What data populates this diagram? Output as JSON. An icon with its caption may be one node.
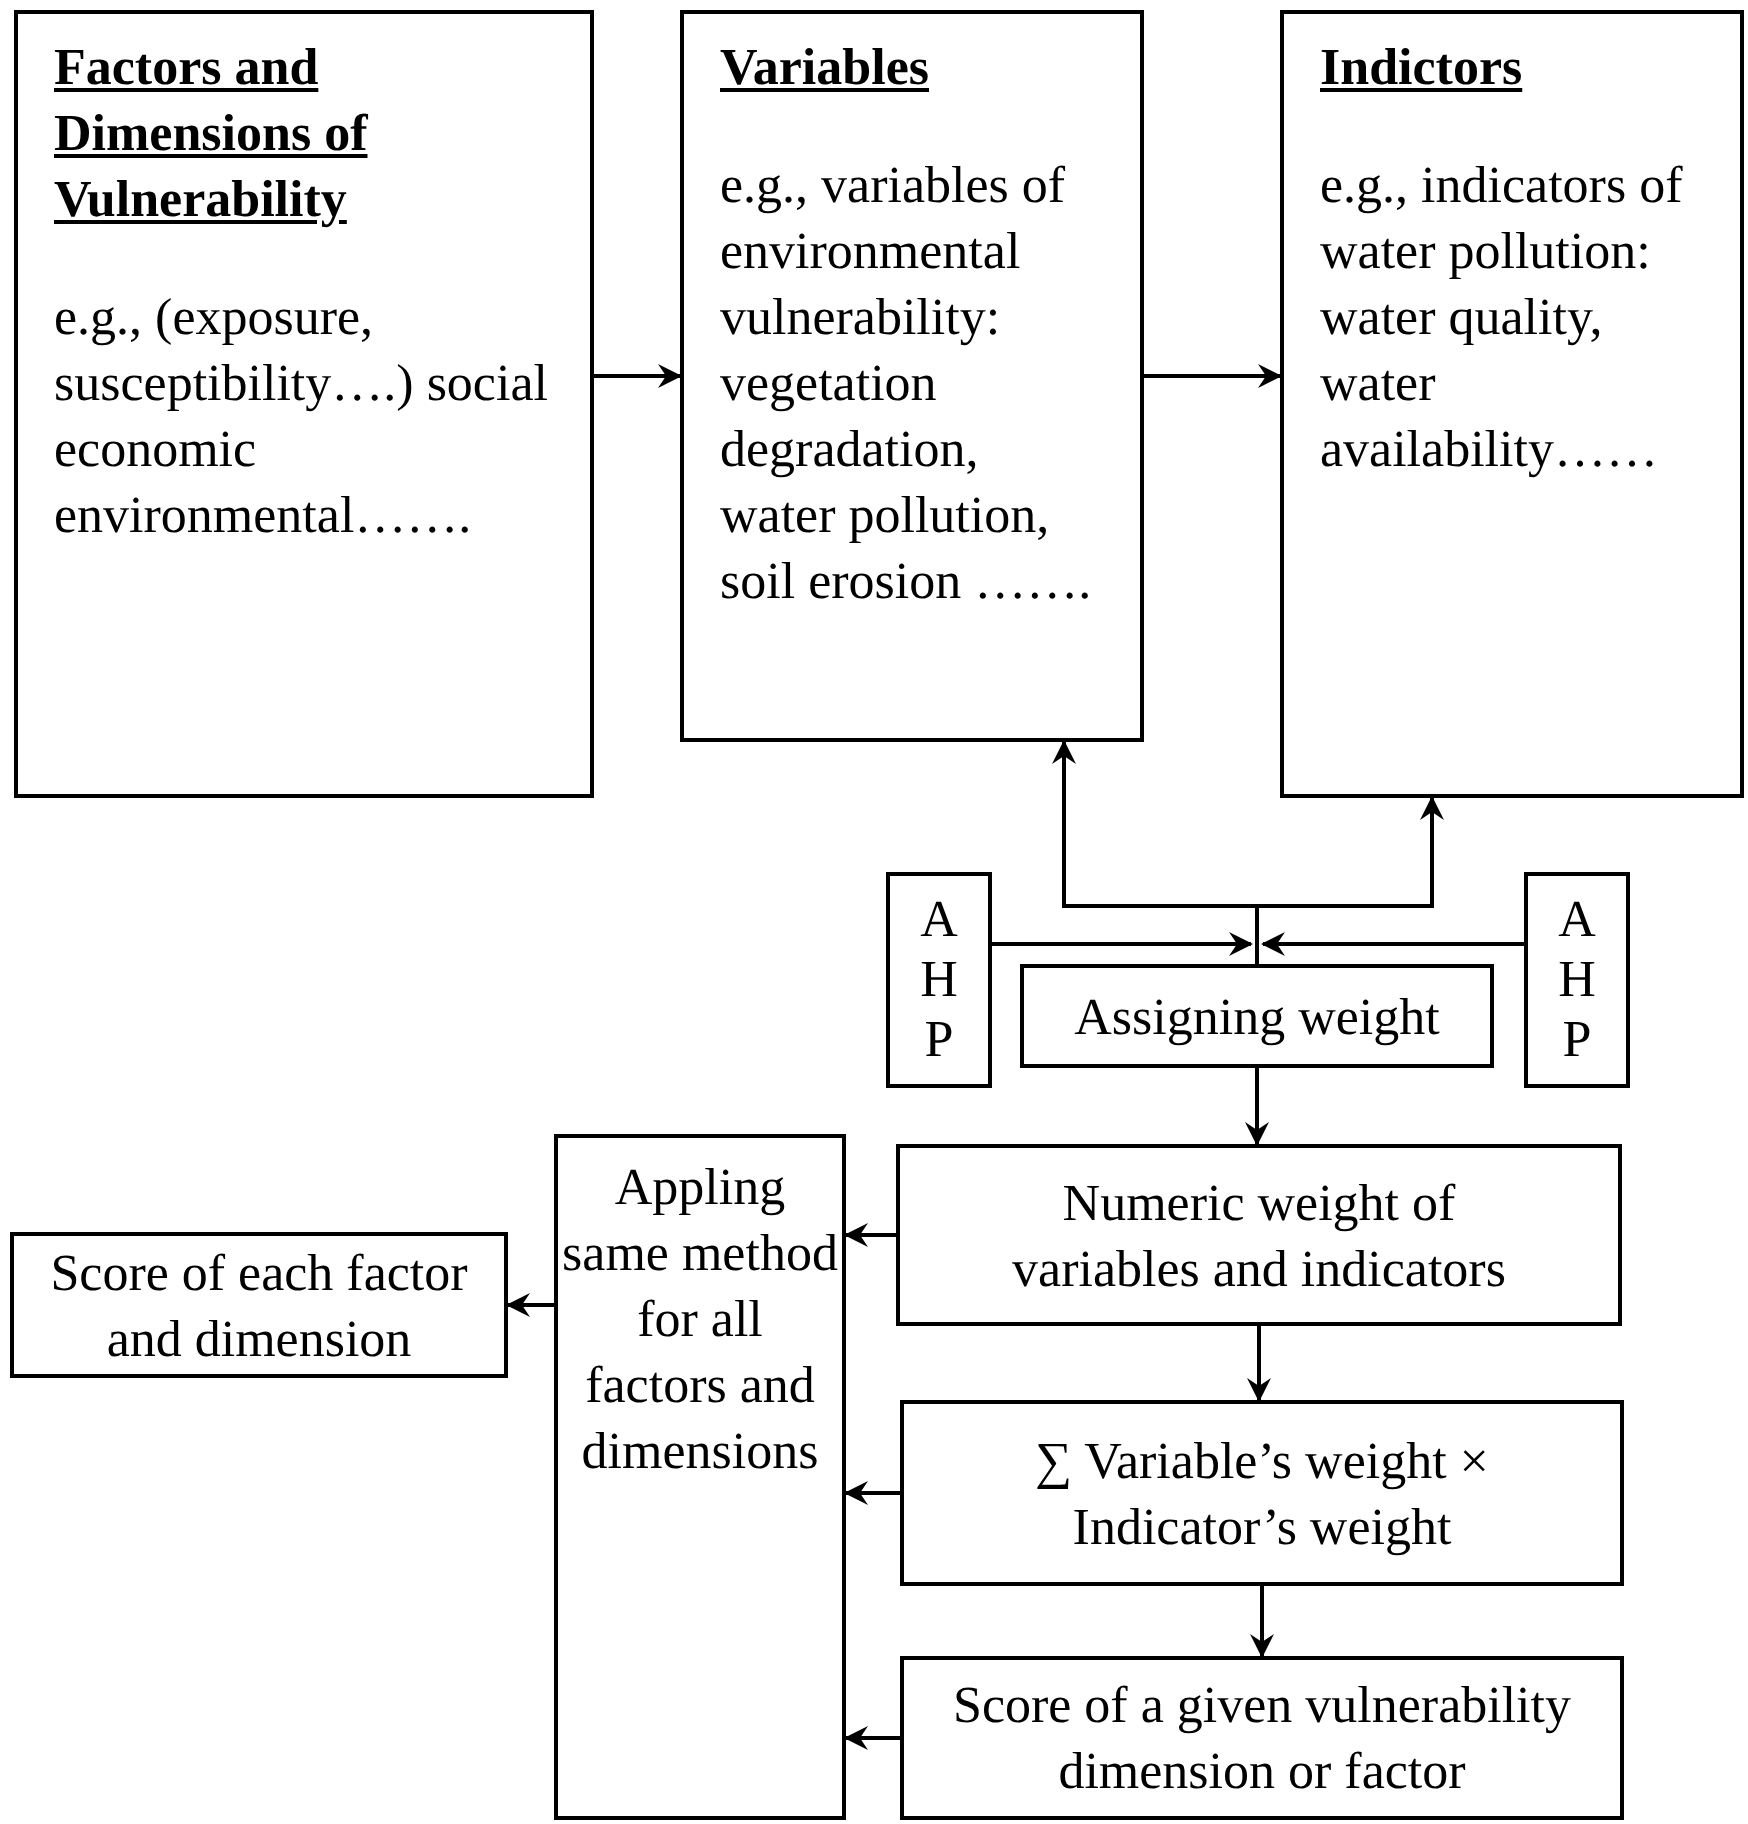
{
  "diagram": {
    "nodes": [
      {
        "text": [
          "Factors and Dimensions of Vulnerability",
          "e.g., (exposure, susceptibility….) social economic environmental……."
        ]
      },
      {
        "text": [
          "Variables",
          "e.g., variables of environmental vulnerability: vegetation degradation, water pollution, soil erosion ……."
        ]
      },
      {
        "text": [
          "Indictors",
          "e.g., indicators of water pollution: water quality, water availability……"
        ]
      },
      {
        "text": [
          "AHP"
        ]
      },
      {
        "text": [
          "Assigning weight"
        ]
      },
      {
        "text": [
          "AHP"
        ]
      },
      {
        "text": [
          "Numeric weight of variables and indicators"
        ]
      },
      {
        "text": [
          "Appling same method for all factors and dimensions"
        ]
      },
      {
        "text": [
          "Score of each factor and dimension"
        ]
      },
      {
        "text": [
          "∑ Variable’s weight × Indicator’s weight"
        ]
      },
      {
        "text": [
          "Score of a given vulnerability dimension or factor"
        ]
      }
    ],
    "edges": [
      {
        "from": 0,
        "to": 1,
        "arrow": "to"
      },
      {
        "from": 1,
        "to": 2,
        "arrow": "to"
      },
      {
        "from": 3,
        "to": 4,
        "arrow": "to"
      },
      {
        "from": 5,
        "to": 4,
        "arrow": "to"
      },
      {
        "from": 4,
        "to": 1,
        "arrow": "to"
      },
      {
        "from": 4,
        "to": 2,
        "arrow": "to"
      },
      {
        "from": 4,
        "to": 6,
        "arrow": "to"
      },
      {
        "from": 6,
        "to": 7,
        "arrow": "to"
      },
      {
        "from": 9,
        "to": 7,
        "arrow": "to"
      },
      {
        "from": 10,
        "to": 7,
        "arrow": "to"
      },
      {
        "from": 7,
        "to": 8,
        "arrow": "to"
      },
      {
        "from": 6,
        "to": 9,
        "arrow": "to"
      },
      {
        "from": 9,
        "to": 10,
        "arrow": "to"
      }
    ]
  }
}
